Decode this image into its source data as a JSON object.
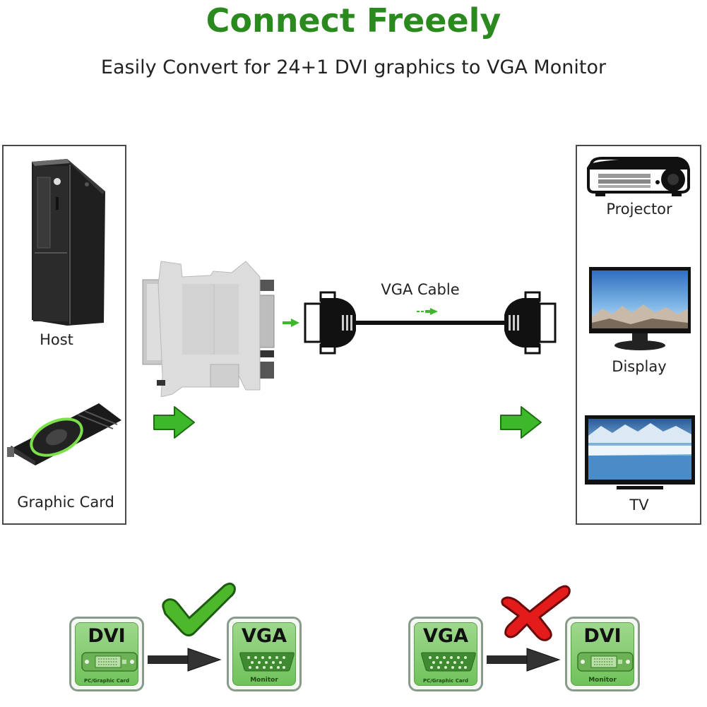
{
  "header": {
    "title": "Connect Freeely",
    "subtitle": "Easily Convert for 24+1 DVI graphics to VGA Monitor"
  },
  "sources": {
    "items": [
      {
        "label": "Host",
        "icon": "desktop-tower-icon"
      },
      {
        "label": "Graphic Card",
        "icon": "graphics-card-icon"
      }
    ]
  },
  "adapter": {
    "icon": "dvi-to-vga-adapter-icon"
  },
  "cable": {
    "label": "VGA Cable",
    "icon": "vga-cable-icon"
  },
  "destinations": {
    "items": [
      {
        "label": "Projector",
        "icon": "projector-icon"
      },
      {
        "label": "Display",
        "icon": "monitor-icon"
      },
      {
        "label": "TV",
        "icon": "tv-icon"
      }
    ]
  },
  "compatibility": {
    "supported": {
      "status": "check",
      "from": {
        "title": "DVI",
        "sub": "PC/Graphic Card",
        "port": "dvi"
      },
      "to": {
        "title": "VGA",
        "sub": "Monitor",
        "port": "vga"
      }
    },
    "unsupported": {
      "status": "cross",
      "from": {
        "title": "VGA",
        "sub": "PC/Graphic Card",
        "port": "vga"
      },
      "to": {
        "title": "DVI",
        "sub": "Monitor",
        "port": "dvi"
      }
    }
  },
  "colors": {
    "title_green": "#2a8a1e",
    "arrow_green": "#3cb82a",
    "check_green": "#4db82a",
    "cross_red": "#e41b1b",
    "tile_green": "#8ccf78"
  }
}
